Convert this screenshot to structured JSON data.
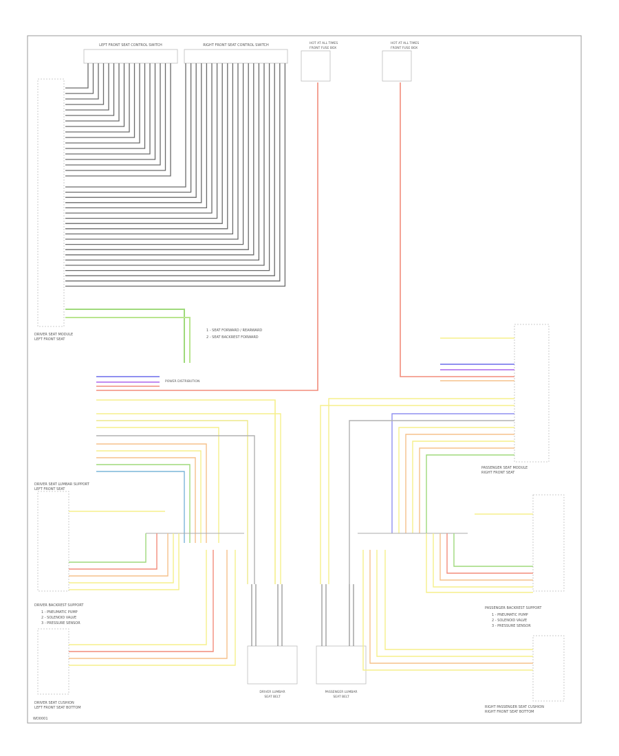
{
  "colors": {
    "wire_dark": "#6a6a6a",
    "wire_green": "#9ed97a",
    "wire_red": "#f28b7a",
    "wire_yellow": "#f5ef8a",
    "wire_blue": "#8f8ff0",
    "wire_orange": "#f5c08a",
    "frame": "#9a9a9a"
  },
  "labels": {
    "left_seat_control": "LEFT FRONT SEAT CONTROL SWITCH",
    "right_seat_control": "RIGHT FRONT SEAT CONTROL SWITCH",
    "hot_at_all_times_1": "HOT AT ALL TIMES",
    "hot_at_all_times_2": "HOT AT ALL TIMES",
    "fuse_box_1": "FRONT FUSE BOX",
    "fuse_box_2": "FRONT FUSE BOX",
    "driver_module": "DRIVER SEAT MODULE",
    "driver_module_2": "LEFT FRONT SEAT",
    "note_1": "1 - SEAT FORWARD / REARWARD",
    "note_2": "2 - SEAT BACKREST FORWARD",
    "power_supply": "POWER DISTRIBUTION",
    "passenger_module": "PASSENGER SEAT MODULE",
    "passenger_module_2": "RIGHT FRONT SEAT",
    "driver_lumbar": "DRIVER SEAT LUMBAR SUPPORT",
    "driver_lumbar_2": "LEFT FRONT SEAT",
    "driver_backrest": "DRIVER BACKREST SUPPORT",
    "driver_backrest_list_1": "1 - PNEUMATIC PUMP",
    "driver_backrest_list_2": "2 - SOLENOID VALVE",
    "driver_backrest_list_3": "3 - PRESSURE SENSOR",
    "driver_bottom": "DRIVER SEAT CUSHION",
    "driver_bottom_2": "LEFT FRONT SEAT BOTTOM",
    "center_left": "DRIVER LUMBAR",
    "center_left_2": "SEAT BELT",
    "center_right": "PASSENGER LUMBAR",
    "center_right_2": "SEAT BELT",
    "passenger_backrest": "PASSENGER BACKREST SUPPORT",
    "passenger_backrest_list_1": "1 - PNEUMATIC PUMP",
    "passenger_backrest_list_2": "2 - SOLENOID VALVE",
    "passenger_backrest_list_3": "3 - PRESSURE SENSOR",
    "passenger_bottom": "RIGHT PASSENGER SEAT CUSHION",
    "passenger_bottom_2": "RIGHT FRONT SEAT BOTTOM",
    "footer_code": "WD0001"
  }
}
